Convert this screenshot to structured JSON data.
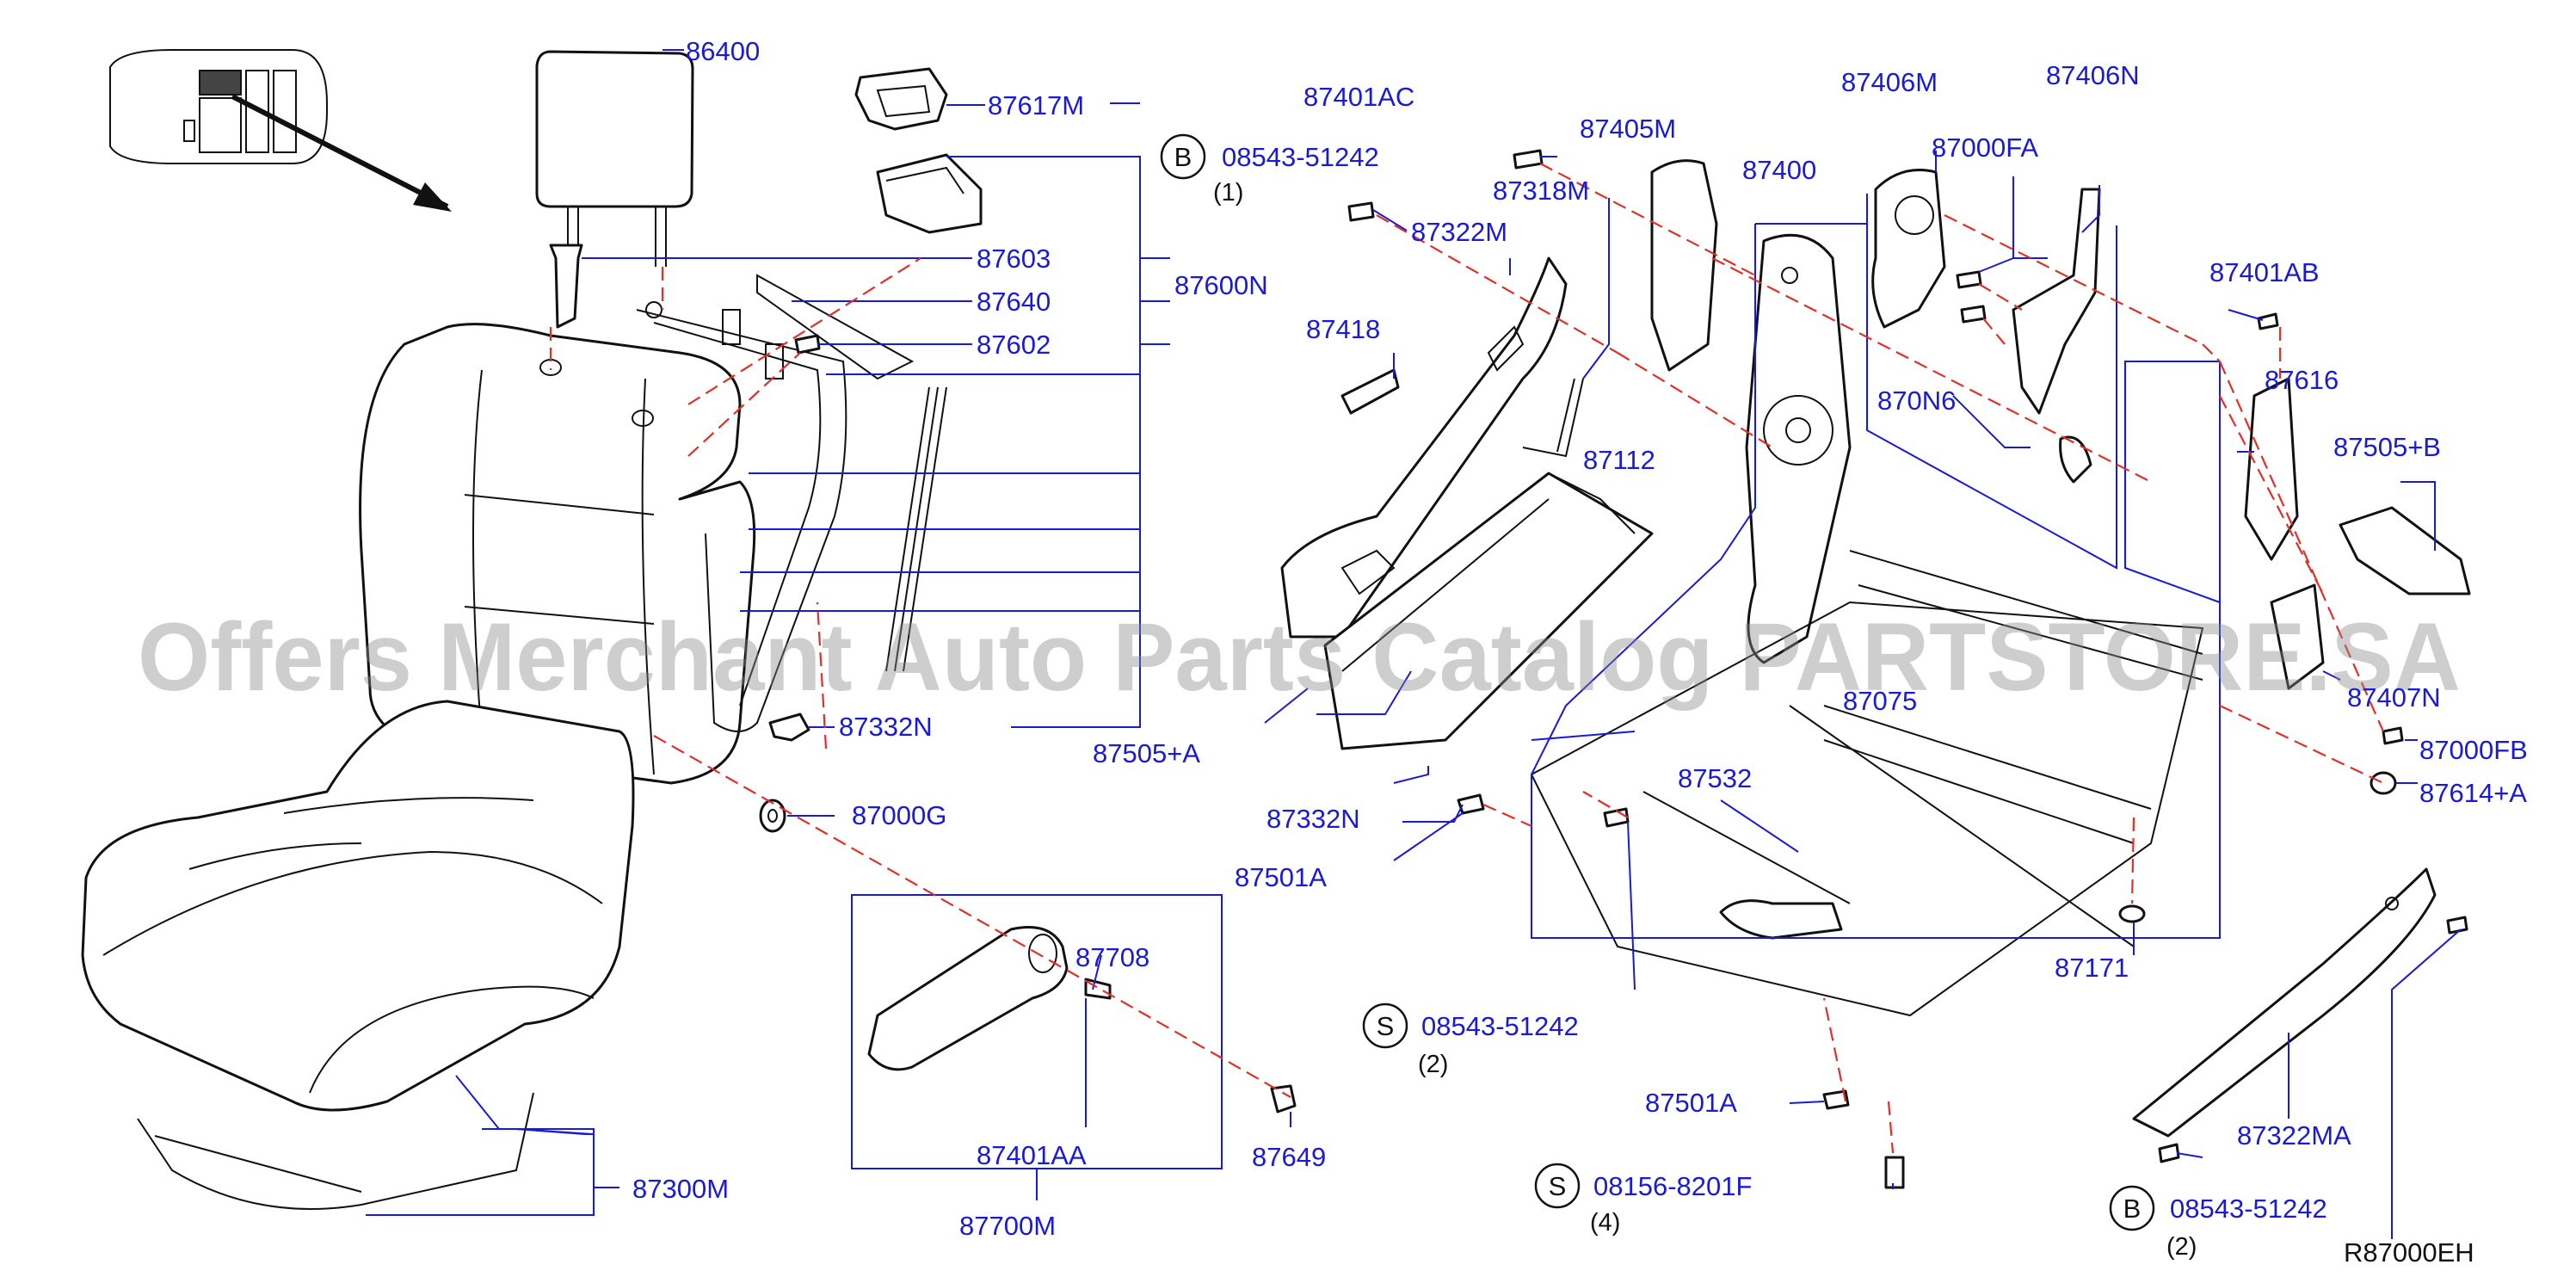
{
  "diagram_code": "R87000EH",
  "watermark": "Offers Merchant Auto Parts Catalog PARTSTORE.SA",
  "colors": {
    "callout": "#1a1ad6",
    "dashed": "#e0302a",
    "outline": "#111111",
    "watermark": "#8a8a8a"
  },
  "labels": {
    "p86400": "86400",
    "p87617M": "87617M",
    "p87603": "87603",
    "p87640": "87640",
    "p87602": "87602",
    "p87600N": "87600N",
    "p87332N_1": "87332N",
    "p87505A": "87505+A",
    "p87000G": "87000G",
    "p87708": "87708",
    "p87401AA": "87401AA",
    "p87700M": "87700M",
    "p87649": "87649",
    "p87300M": "87300M",
    "p87401AC": "87401AC",
    "b1_code": "08543-51242",
    "b1_qty": "(1)",
    "p87322M": "87322M",
    "p87318M": "87318M",
    "p87418": "87418",
    "p87405M": "87405M",
    "p87400": "87400",
    "p87406M": "87406M",
    "p87000FA": "87000FA",
    "p87406N": "87406N",
    "p870N6": "870N6",
    "p87112": "87112",
    "p87332N_2": "87332N",
    "p87501A_1": "87501A",
    "p87075": "87075",
    "p87532": "87532",
    "s1_code": "08543-51242",
    "s1_qty": "(2)",
    "p87501A_2": "87501A",
    "s2_code": "08156-8201F",
    "s2_qty": "(4)",
    "p87401AB": "87401AB",
    "p87616": "87616",
    "p87505B": "87505+B",
    "p87407N": "87407N",
    "p87000FB": "87000FB",
    "p87614A": "87614+A",
    "p87171": "87171",
    "p87322MA": "87322MA",
    "b2_code": "08543-51242",
    "b2_qty": "(2)",
    "badge_b": "B",
    "badge_s": "S"
  }
}
